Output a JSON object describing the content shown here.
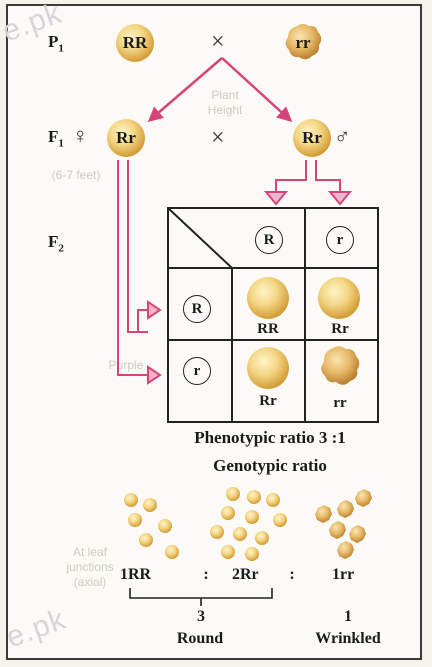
{
  "generations": {
    "p1": "P",
    "p1_sub": "1",
    "f1": "F",
    "f1_sub": "1",
    "f2": "F",
    "f2_sub": "2"
  },
  "parents": {
    "p1_left": "RR",
    "p1_right": "rr",
    "f1_left": "Rr",
    "f1_right": "Rr"
  },
  "symbols": {
    "cross": "×",
    "female": "♀",
    "male": "♂"
  },
  "punnett": {
    "header_cols": [
      "R",
      "r"
    ],
    "header_rows": [
      "R",
      "r"
    ],
    "cells": [
      "RR",
      "Rr",
      "Rr",
      "rr"
    ]
  },
  "ratios": {
    "phenotypic": "Phenotypic ratio 3 :1",
    "genotypic": "Genotypic ratio",
    "g1": "1RR",
    "colon1": ":",
    "g2": "2Rr",
    "colon2": ":",
    "g3": "1rr",
    "round_count": "3",
    "round_label": "Round",
    "wrinkled_count": "1",
    "wrinkled_label": "Wrinkled"
  },
  "background": {
    "ghost_1": "Plant\nHeight",
    "ghost_2": "(6-7 feet)",
    "ghost_3": "Purple",
    "ghost_4": "At leaf\njunctions\n(axial)",
    "watermark_top": "e.pk",
    "watermark_bottom": "e.pk"
  },
  "colors": {
    "arrow": "#d6457a",
    "pea_light": "#f6dfa0",
    "pea_dark": "#d9a641"
  }
}
